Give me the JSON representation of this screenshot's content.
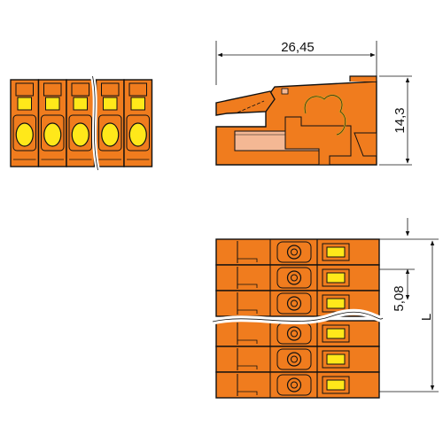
{
  "dimensions": {
    "length": "26,45",
    "height": "14,3",
    "pitch": "5,08",
    "total": "L"
  },
  "colors": {
    "housing": "#f07c1e",
    "outline": "#111111",
    "lever": "#ffe81a",
    "latch": "#f4b894",
    "wire": "#c8a020"
  },
  "views": {
    "front": {
      "poles_shown": 5,
      "break_after_pole": 3
    },
    "side": {},
    "top": {
      "rows_shown": 6,
      "break_after_row": 3
    }
  }
}
